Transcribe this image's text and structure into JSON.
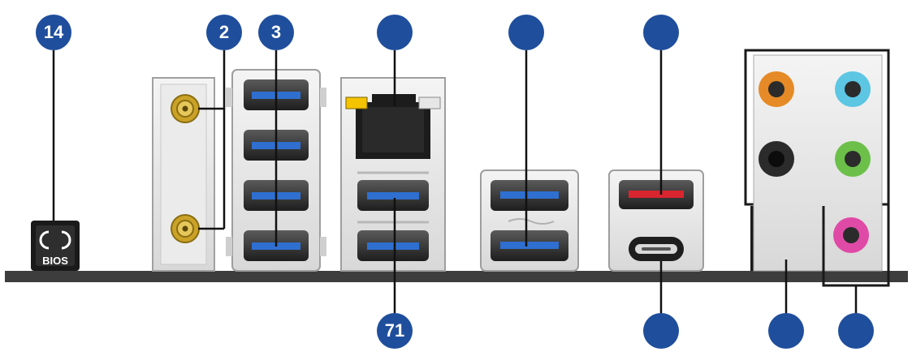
{
  "callouts": [
    {
      "id": "bios",
      "label": "14"
    },
    {
      "id": "wifi",
      "label": "2"
    },
    {
      "id": "usb-stack",
      "label": "3"
    },
    {
      "id": "lan",
      "label": ""
    },
    {
      "id": "usb-pair",
      "label": ""
    },
    {
      "id": "usb-red",
      "label": ""
    },
    {
      "id": "lan-usb-bottom",
      "label": "71"
    },
    {
      "id": "usb-c",
      "label": ""
    },
    {
      "id": "optical",
      "label": ""
    },
    {
      "id": "audio",
      "label": ""
    }
  ],
  "bios_button": {
    "label": "BIOS",
    "icon": "refresh-icon"
  },
  "colors": {
    "callout": "#1f4e9c",
    "usb_blue": "#2f6fd0",
    "usb_red": "#d9252f",
    "audio_orange": "#e58a26",
    "audio_cyan": "#5cc6e3",
    "audio_black": "#2b2b2b",
    "audio_green": "#6cc04a",
    "audio_pink": "#e04aa7",
    "antenna_gold": "#c9a227",
    "led_yellow": "#f5c400"
  }
}
